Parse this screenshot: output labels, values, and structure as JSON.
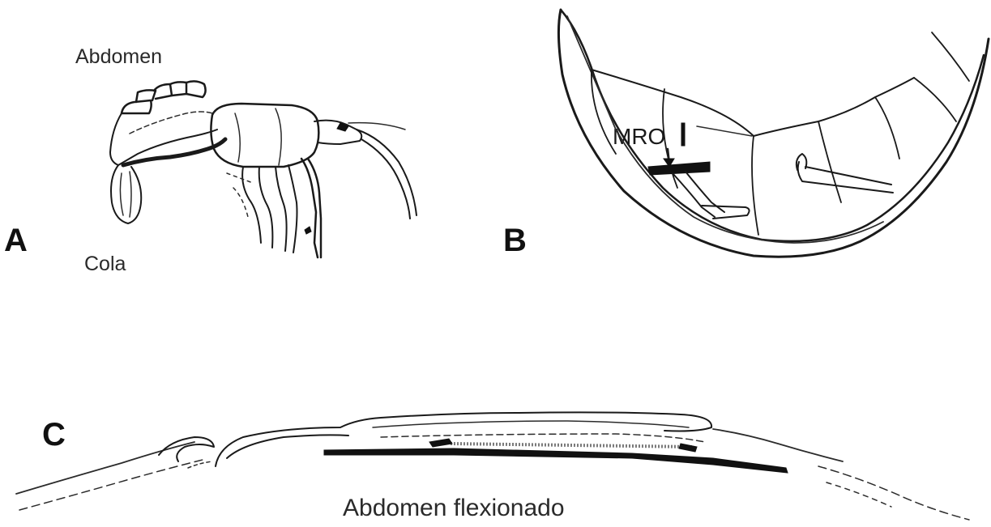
{
  "panels": {
    "a": {
      "letter": "A",
      "labels": {
        "abdomen": "Abdomen",
        "tail": "Cola"
      }
    },
    "b": {
      "letter": "B",
      "labels": {
        "mro": "MRO"
      }
    },
    "c": {
      "letter": "C",
      "labels": {
        "caption": "Abdomen flexionado"
      }
    }
  },
  "colors": {
    "ink": "#1a1a1a",
    "background": "#ffffff"
  }
}
